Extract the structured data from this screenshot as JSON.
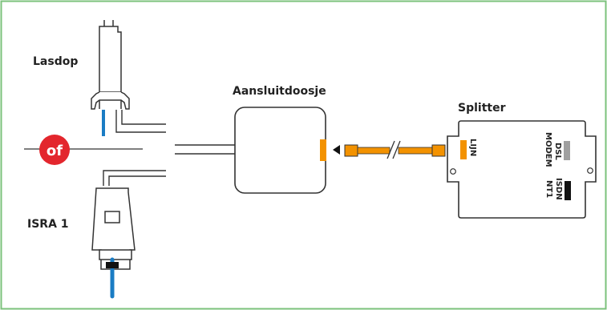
{
  "labels": {
    "lasdop": "Lasdop",
    "isra": "ISRA 1",
    "of": "of",
    "aansluitdoosje": "Aansluitdoosje",
    "splitter": "Splitter",
    "lijn": "LIJN",
    "dsl": "DSL",
    "modem": "MODEM",
    "isdn": "ISDN",
    "nt1": "NT1"
  },
  "colors": {
    "frame_border": "#7cc27c",
    "orange": "#f39200",
    "blue": "#1a7cc4",
    "red": "#e3262d",
    "line": "#333333",
    "gray_port": "#a0a0a0",
    "black_port": "#111111"
  }
}
